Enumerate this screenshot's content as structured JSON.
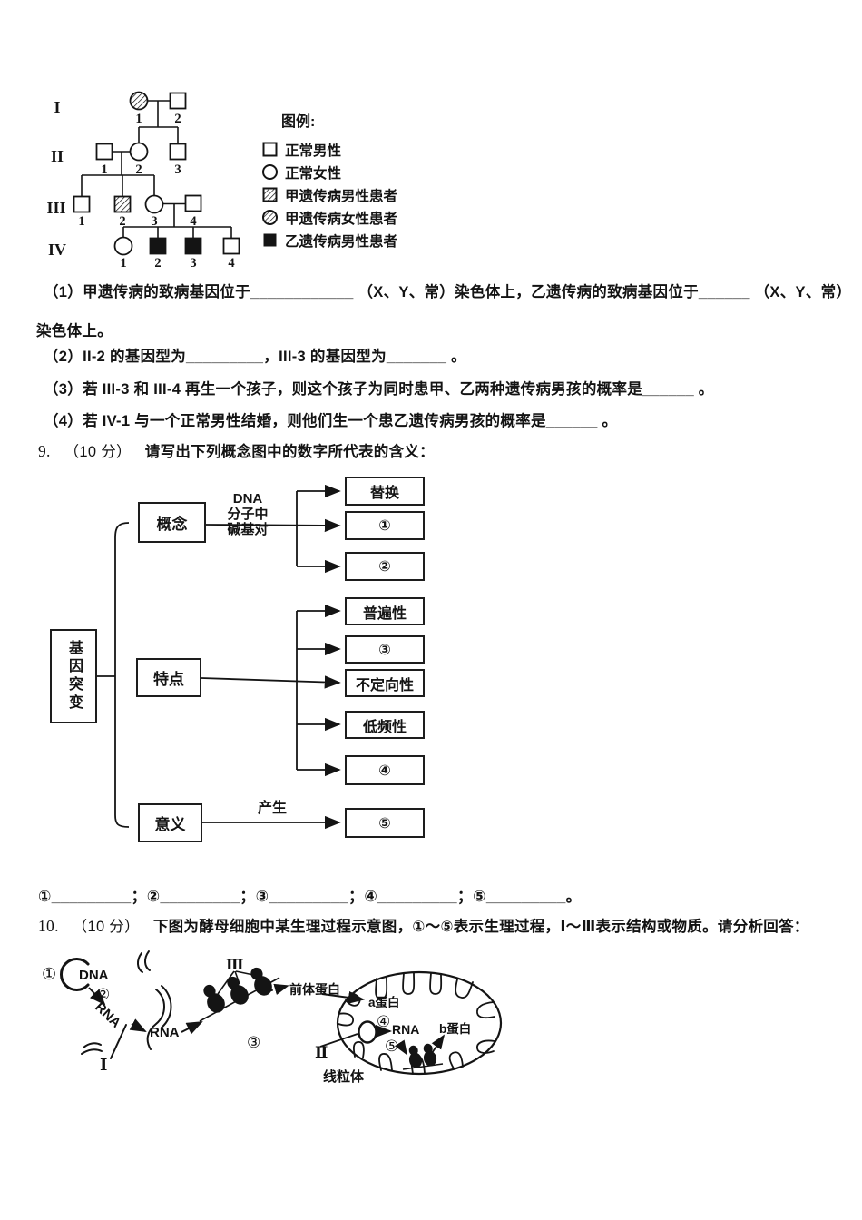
{
  "page": {
    "background": "#ffffff",
    "ink": "#141414"
  },
  "pedigree": {
    "generation_labels": [
      "I",
      "II",
      "III",
      "IV"
    ],
    "numbers": {
      "I": [
        "1",
        "2"
      ],
      "II": [
        "1",
        "2",
        "3"
      ],
      "III": [
        "1",
        "2",
        "3",
        "4"
      ],
      "IV": [
        "1",
        "2",
        "3",
        "4"
      ]
    },
    "legend": {
      "title": "图例:",
      "items": [
        {
          "icon": "square-outline-icon",
          "label": "正常男性"
        },
        {
          "icon": "circle-outline-icon",
          "label": "正常女性"
        },
        {
          "icon": "square-hatched-icon",
          "label": "甲遗传病男性患者"
        },
        {
          "icon": "circle-hatched-icon",
          "label": "甲遗传病女性患者"
        },
        {
          "icon": "square-filled-icon",
          "label": "乙遗传病男性患者"
        }
      ]
    }
  },
  "q8": {
    "part1": "（1）甲遗传病的致病基因位于____________ （X、Y、常）染色体上，乙遗传病的致病基因位于______ （X、Y、常）",
    "part1_cont": "染色体上。",
    "part2": "（2）II-2 的基因型为_________，III-3 的基因型为_______ 。",
    "part3": "（3）若 III-3 和 III-4 再生一个孩子，则这个孩子为同时患甲、乙两种遗传病男孩的概率是______ 。",
    "part4": "（4）若 IV-1 与一个正常男性结婚，则他们生一个患乙遗传病男孩的概率是______ 。"
  },
  "q9": {
    "number": "9.",
    "score": "（10 分）",
    "prompt": "请写出下列概念图中的数字所代表的含义：",
    "answer_line": "①_________；②_________；③_________；④_________；⑤_________。"
  },
  "concept_map": {
    "root": "基因突变",
    "branches": {
      "concept": {
        "label": "概念",
        "edge_lines": [
          "DNA",
          "分子中",
          "碱基对"
        ],
        "targets": [
          "替换",
          "①",
          "②"
        ]
      },
      "feature": {
        "label": "特点",
        "targets": [
          "普遍性",
          "③",
          "不定向性",
          "低频性",
          "④"
        ]
      },
      "meaning": {
        "label": "意义",
        "edge_label": "产生",
        "targets": [
          "⑤"
        ]
      }
    }
  },
  "q10": {
    "number": "10.",
    "score": "（10 分）",
    "prompt": "下图为酵母细胞中某生理过程示意图，①～⑤表示生理过程，Ⅰ～Ⅲ表示结构或物质。请分析回答："
  },
  "process_diagram": {
    "step1": "①",
    "step2": "②",
    "step3": "③",
    "step4": "④",
    "step5": "⑤",
    "dna_label": "DNA",
    "rna_label_1": "RNA",
    "rna_label_2": "RNA",
    "rna_label_3": "RNA",
    "structure_1": "Ⅰ",
    "structure_2": "Ⅱ",
    "structure_3": "Ⅲ",
    "precursor_protein": "前体蛋白",
    "protein_a": "a蛋白",
    "protein_b": "b蛋白",
    "mitochondria": "线粒体"
  }
}
